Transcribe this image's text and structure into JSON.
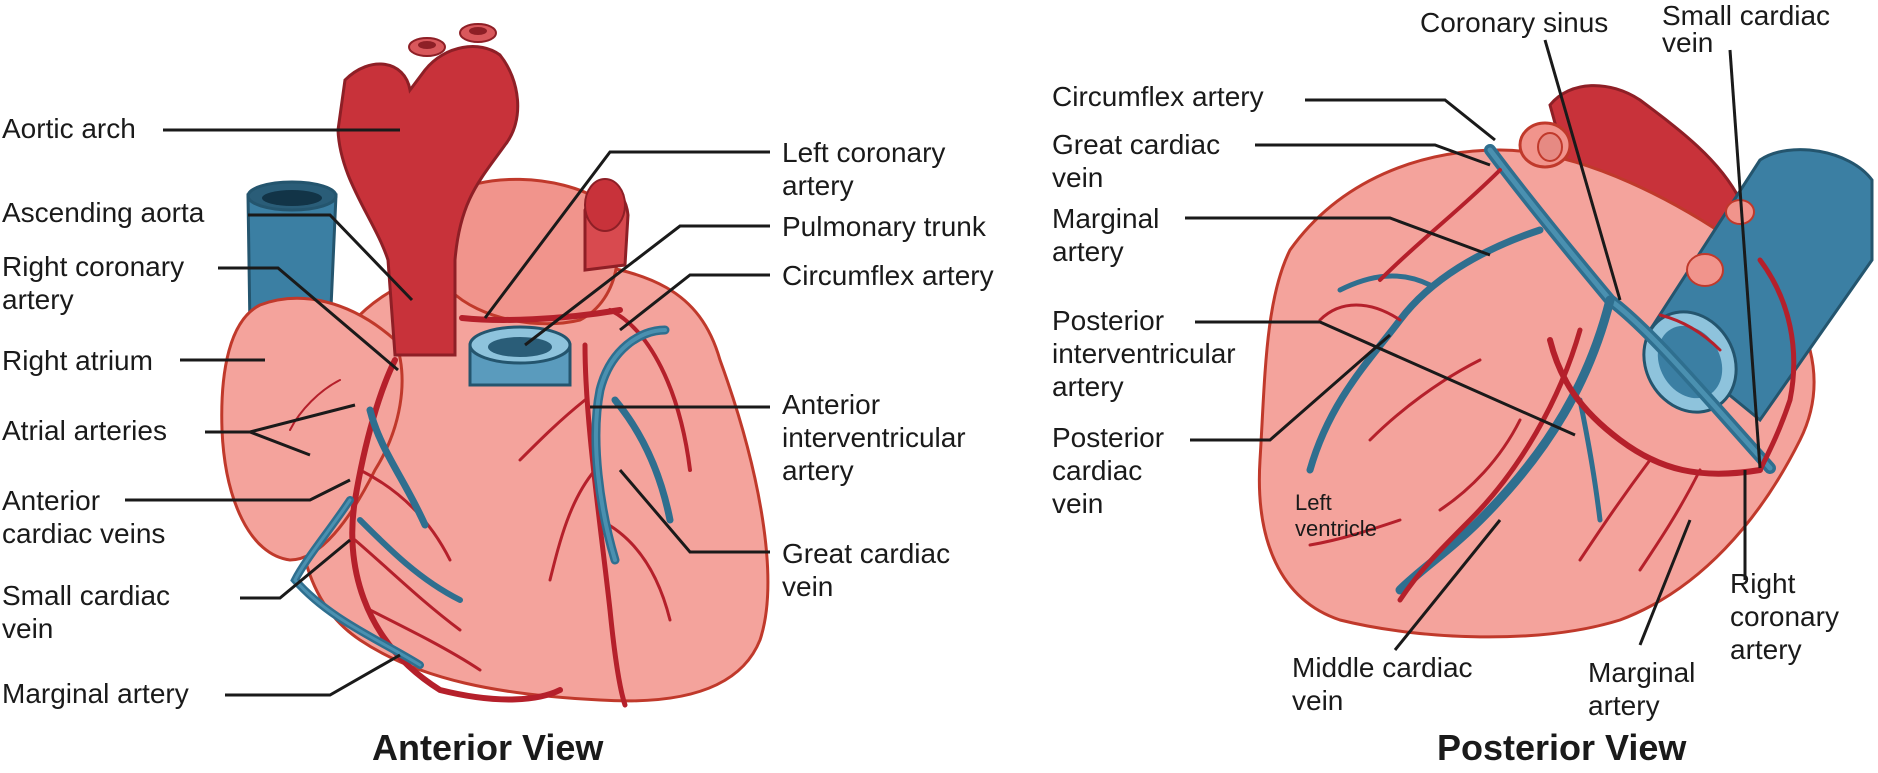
{
  "anterior": {
    "title": "Anterior View",
    "labels": {
      "aortic_arch": "Aortic arch",
      "ascending_aorta": "Ascending aorta",
      "right_coronary_artery": [
        "Right coronary",
        "artery"
      ],
      "right_atrium": "Right atrium",
      "atrial_arteries": "Atrial arteries",
      "anterior_cardiac_veins": [
        "Anterior",
        "cardiac veins"
      ],
      "small_cardiac_vein": [
        "Small cardiac",
        "vein"
      ],
      "marginal_artery": "Marginal artery",
      "left_coronary_artery": [
        "Left coronary",
        "artery"
      ],
      "pulmonary_trunk": "Pulmonary trunk",
      "circumflex_artery": "Circumflex artery",
      "anterior_interventricular_artery": [
        "Anterior",
        "interventricular",
        "artery"
      ],
      "great_cardiac_vein": [
        "Great cardiac",
        "vein"
      ]
    }
  },
  "posterior": {
    "title": "Posterior View",
    "labels": {
      "coronary_sinus": "Coronary sinus",
      "small_cardiac_vein": [
        "Small cardiac",
        "vein"
      ],
      "circumflex_artery": "Circumflex artery",
      "great_cardiac_vein": [
        "Great cardiac",
        "vein"
      ],
      "marginal_artery_left": [
        "Marginal",
        "artery"
      ],
      "posterior_interventricular_artery": [
        "Posterior",
        "interventricular",
        "artery"
      ],
      "posterior_cardiac_vein": [
        "Posterior",
        "cardiac",
        "vein"
      ],
      "left_ventricle": [
        "Left",
        "ventricle"
      ],
      "middle_cardiac_vein": [
        "Middle cardiac",
        "vein"
      ],
      "marginal_artery_bottom": [
        "Marginal",
        "artery"
      ],
      "right_coronary_artery": [
        "Right",
        "coronary",
        "artery"
      ]
    }
  },
  "colors": {
    "heart_fill": "#f4a39c",
    "heart_outline": "#c0392b",
    "aorta": "#c8323a",
    "artery": "#b5202b",
    "vein": "#2f6f8f",
    "vein_light": "#4a90b0"
  }
}
